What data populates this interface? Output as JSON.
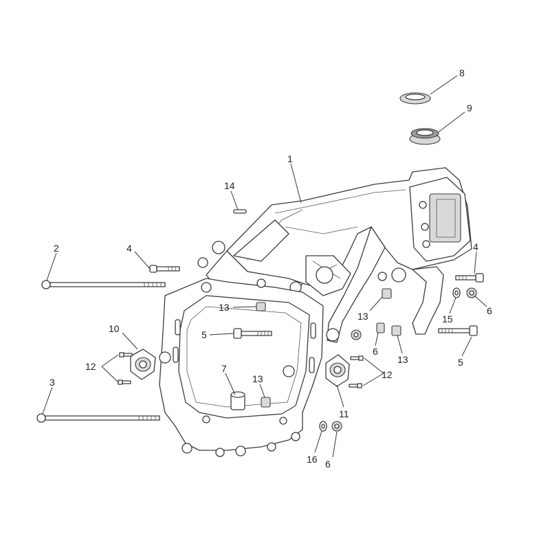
{
  "diagram": {
    "callouts": [
      {
        "id": "c1",
        "text": "1"
      },
      {
        "id": "c2",
        "text": "2"
      },
      {
        "id": "c3",
        "text": "3"
      },
      {
        "id": "c4a",
        "text": "4"
      },
      {
        "id": "c4b",
        "text": "4"
      },
      {
        "id": "c5a",
        "text": "5"
      },
      {
        "id": "c5b",
        "text": "5"
      },
      {
        "id": "c6a",
        "text": "6"
      },
      {
        "id": "c6b",
        "text": "6"
      },
      {
        "id": "c6c",
        "text": "6"
      },
      {
        "id": "c7",
        "text": "7"
      },
      {
        "id": "c8",
        "text": "8"
      },
      {
        "id": "c9",
        "text": "9"
      },
      {
        "id": "c10",
        "text": "10"
      },
      {
        "id": "c11",
        "text": "11"
      },
      {
        "id": "c12a",
        "text": "12"
      },
      {
        "id": "c12b",
        "text": "12"
      },
      {
        "id": "c13a",
        "text": "13"
      },
      {
        "id": "c13b",
        "text": "13"
      },
      {
        "id": "c13c",
        "text": "13"
      },
      {
        "id": "c13d",
        "text": "13"
      },
      {
        "id": "c14",
        "text": "14"
      },
      {
        "id": "c15",
        "text": "15"
      },
      {
        "id": "c16",
        "text": "16"
      }
    ]
  }
}
